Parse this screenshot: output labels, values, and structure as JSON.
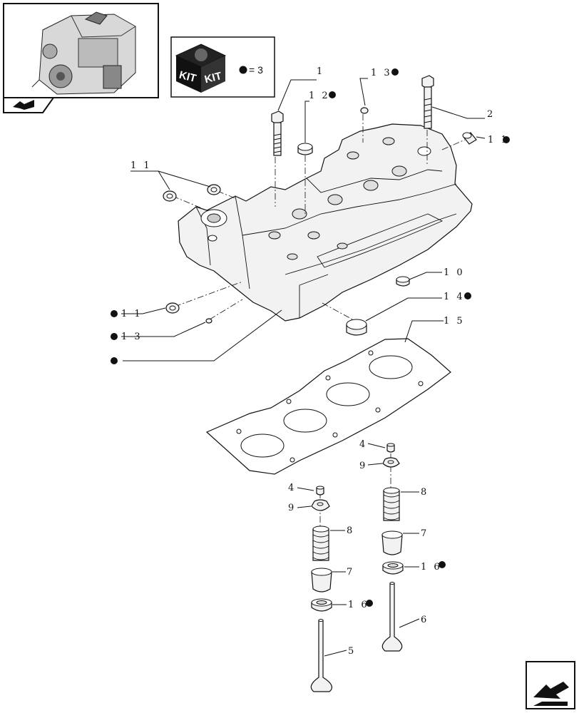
{
  "kit_legend": {
    "kit_label_left": "KIT",
    "kit_label_right": "KIT",
    "equals_text": "= 3"
  },
  "callouts": {
    "c1": "1",
    "c2": "2",
    "c13_top": "1 3",
    "c12": "1 2",
    "c11_right": "1 1",
    "c11_left": "1 1",
    "c11_bottom": "1 1",
    "c13_bottom": "1 3",
    "c10": "1 0",
    "c14": "1 4",
    "c15": "1 5",
    "c4_right": "4",
    "c9_right": "9",
    "c8_right": "8",
    "c7_right": "7",
    "c16_right": "1 6",
    "c6": "6",
    "c4_left": "4",
    "c9_left": "9",
    "c8_left": "8",
    "c7_left": "7",
    "c16_left": "1 6",
    "c5": "5"
  },
  "kit_marker_color": "#111111",
  "icons": [
    "engine-thumbnail",
    "kit-box-icon",
    "nav-back-icon",
    "nav-forward-icon"
  ]
}
